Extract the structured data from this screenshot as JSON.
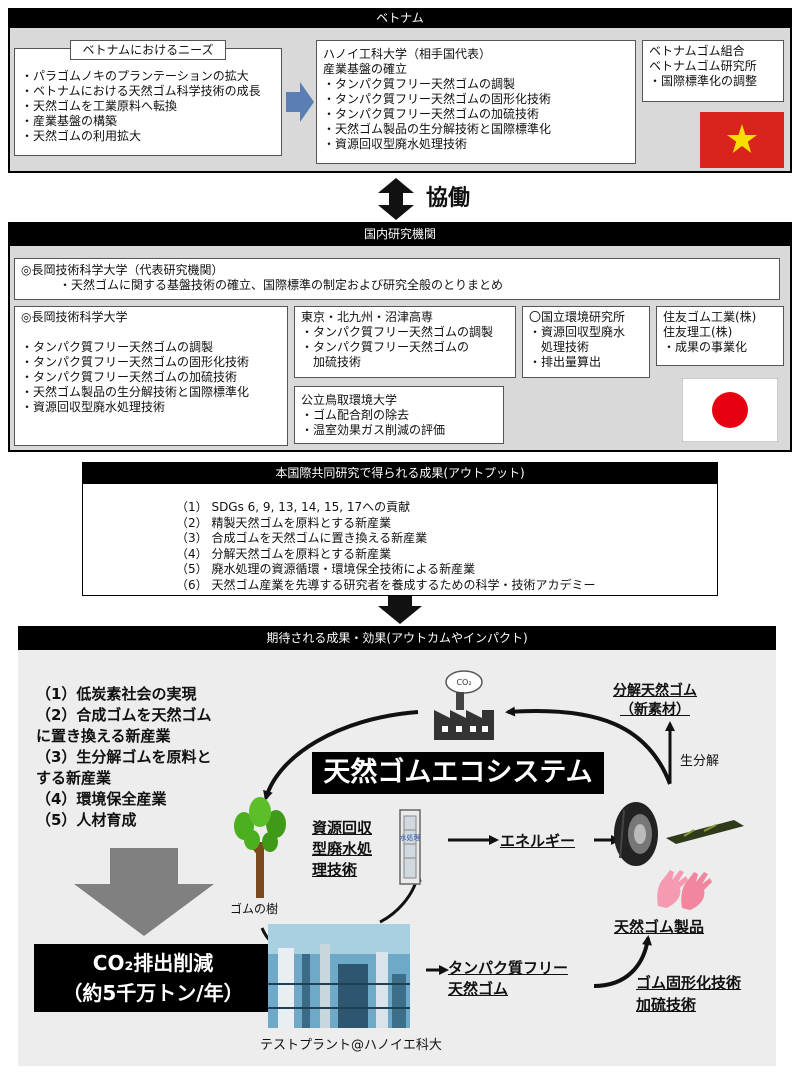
{
  "vietnam": {
    "header": "ベトナム",
    "needs_title": "ベトナムにおけるニーズ",
    "needs": [
      "・パラゴムノキのプランテーションの拡大",
      "・ベトナムにおける天然ゴム科学技術の成長",
      "・天然ゴムを工業原料へ転換",
      "・産業基盤の構築",
      "・天然ゴムの利用拡大"
    ],
    "hanoi": [
      "ハノイ工科大学（相手国代表）",
      "産業基盤の確立",
      "・タンパク質フリー天然ゴムの調製",
      "・タンパク質フリー天然ゴムの固形化技術",
      "・タンパク質フリー天然ゴムの加硫技術",
      "・天然ゴム製品の生分解技術と国際標準化",
      "・資源回収型廃水処理技術"
    ],
    "union": [
      "ベトナムゴム組合",
      "ベトナムゴム研究所",
      "・国際標準化の調整"
    ],
    "flag_red": "#d8241c",
    "flag_star": "#f7dd00"
  },
  "collab_label": "協働",
  "japan": {
    "header": "国内研究機関",
    "lead": [
      "◎長岡技術科学大学（代表研究機関）",
      "・天然ゴムに関する基盤技術の確立、国際標準の制定および研究全般のとりまとめ"
    ],
    "nagaoka": [
      "◎長岡技術科学大学",
      "",
      "・タンパク質フリー天然ゴムの調製",
      "・タンパク質フリー天然ゴムの固形化技術",
      "・タンパク質フリー天然ゴムの加硫技術",
      "・天然ゴム製品の生分解技術と国際標準化",
      "・資源回収型廃水処理技術"
    ],
    "kosen": [
      "東京・北九州・沼津高専",
      "・タンパク質フリー天然ゴムの調製",
      "・タンパク質フリー天然ゴムの",
      "　加硫技術"
    ],
    "tottori": [
      "公立鳥取環境大学",
      "・ゴム配合剤の除去",
      "・温室効果ガス削減の評価"
    ],
    "nies": [
      "〇国立環境研究所",
      "・資源回収型廃水",
      "　処理技術",
      "・排出量算出"
    ],
    "sumitomo": [
      "住友ゴム工業(株)",
      "住友理工(株)",
      "・成果の事業化"
    ],
    "flag_red": "#e60012"
  },
  "outputs": {
    "header": "本国際共同研究で得られる成果(アウトプット)",
    "items": [
      "（1） SDGs 6, 9, 13, 14, 15, 17への貢献",
      "（2） 精製天然ゴムを原料とする新産業",
      "（3） 合成ゴムを天然ゴムに置き換える新産業",
      "（4） 分解天然ゴムを原料とする新産業",
      "（5） 廃水処理の資源循環・環境保全技術による新産業",
      "（6） 天然ゴム産業を先導する研究者を養成するための科学・技術アカデミー"
    ]
  },
  "outcomes": {
    "header": "期待される成果・効果(アウトカムやインパクト)",
    "items": [
      "（1）低炭素社会の実現",
      "（2）合成ゴムを天然ゴム",
      "に置き換える新産業",
      "（3）生分解ゴムを原料と",
      "する新産業",
      "（4）環境保全産業",
      "（5）人材育成"
    ],
    "co2_line1": "CO₂排出削減",
    "co2_line2": "（約5千万トン/年）",
    "ecosystem": "天然ゴムエコシステム",
    "co2_cloud": "CO₂",
    "decomposed_line1": "分解天然ゴム",
    "decomposed_line2": "（新素材）",
    "biodeg": "生分解",
    "wastewater_line1": "資源回収",
    "wastewater_line2": "型廃水処",
    "wastewater_line3": "理技術",
    "wastewater_tag": "水処理",
    "energy": "エネルギー",
    "tree": "ゴムの樹",
    "product": "天然ゴム製品",
    "pfnr_line1": "タンパク質フリー",
    "pfnr_line2": "天然ゴム",
    "solid_line1": "ゴム固形化技術",
    "solid_line2": "加硫技術",
    "plant": "テストプラント@ハノイエ科大"
  }
}
